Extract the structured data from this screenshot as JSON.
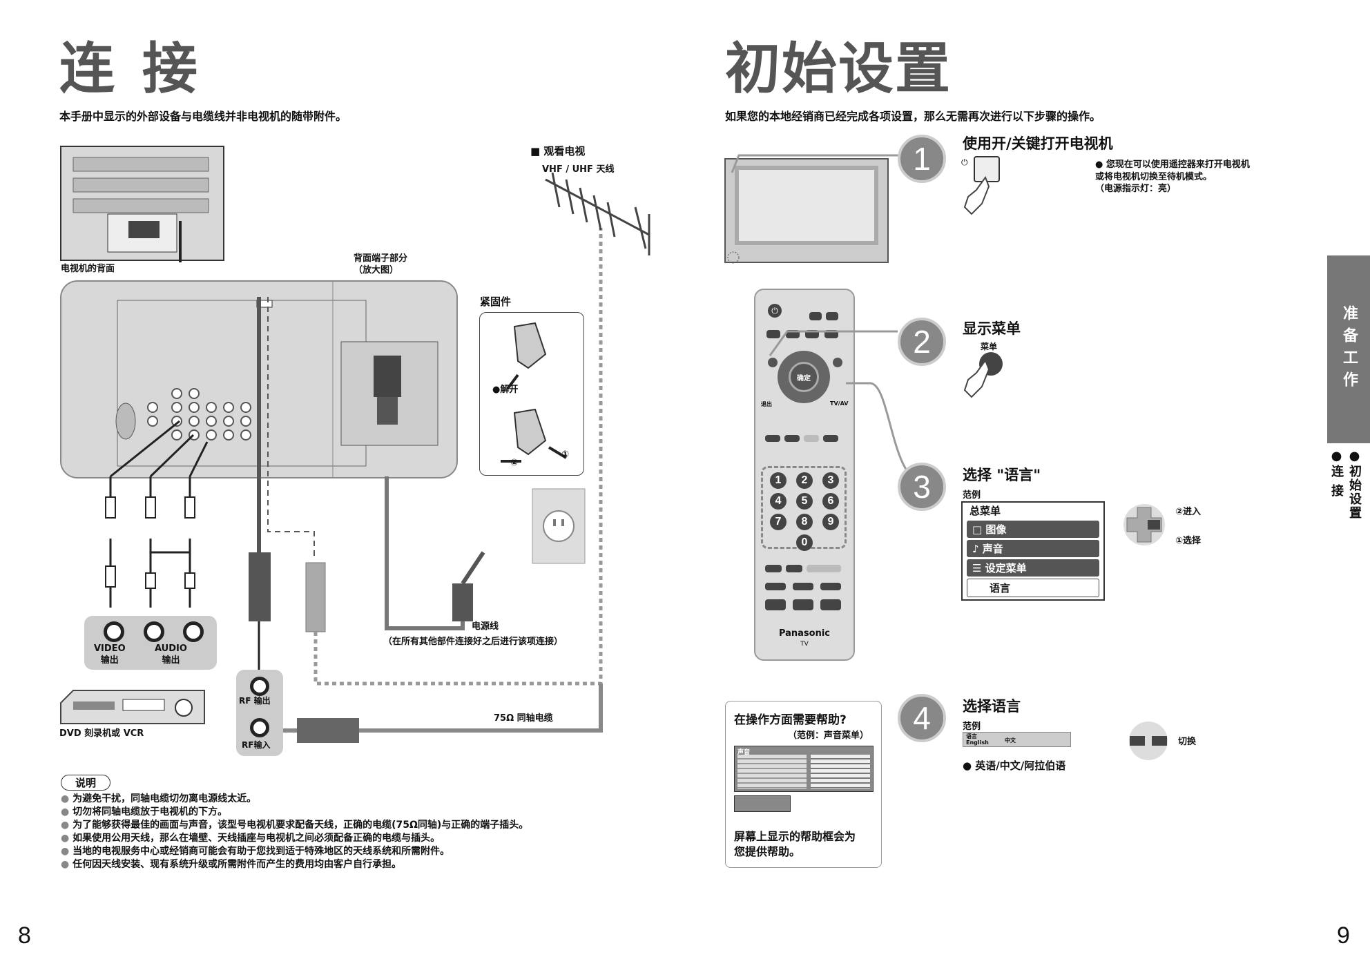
{
  "left": {
    "title": "连 接",
    "intro": "本手册中显示的外部设备与电缆线并非电视机的随带附件。",
    "labels": {
      "tv_back": "电视机的背面",
      "rear_terminal": "背面端子部分\n（放大图）",
      "watch_tv": "■ 观看电视",
      "antenna": "VHF / UHF 天线",
      "fastener": "紧固件",
      "release": "●解开",
      "video_out": "VIDEO\n输出",
      "audio_out": "AUDIO\n输出",
      "rf_out": "RF 输出",
      "rf_in": "RF输入",
      "device": "DVD 刻录机或 VCR",
      "power_cord": "电源线",
      "power_note": "（在所有其他部件连接好之后进行该项连接）",
      "coax": "75Ω 同轴电缆",
      "circled1": "①",
      "circled2": "②"
    },
    "notes_title": "说明",
    "notes": [
      "为避免干扰，同轴电缆切勿离电源线太近。",
      "切勿将同轴电缆放于电视机的下方。",
      "为了能够获得最佳的画面与声音，该型号电视机要求配备天线，正确的电缆(75Ω同轴)与正确的端子插头。",
      "如果使用公用天线，那么在墙壁、天线插座与电视机之间必须配备正确的电缆与插头。",
      "当地的电视服务中心或经销商可能会有助于您找到适于特殊地区的天线系统和所需附件。",
      "任何因天线安装、现有系统升级或所需附件而产生的费用均由客户自行承担。"
    ],
    "page_number": "8"
  },
  "right": {
    "title": "初始设置",
    "intro": "如果您的本地经销商已经完成各项设置，那么无需再次进行以下步骤的操作。",
    "steps": [
      {
        "num": "1",
        "title": "使用开/关键打开电视机",
        "desc": "● 您现在可以使用遥控器来打开电视机\n或将电视机切换至待机模式。\n（电源指示灯：亮）"
      },
      {
        "num": "2",
        "title": "显示菜单",
        "key": "菜单"
      },
      {
        "num": "3",
        "title": "选择 \"语言\"",
        "example": "范例"
      },
      {
        "num": "4",
        "title": "选择语言",
        "example": "范例",
        "options": "● 英语/中文/阿拉伯语"
      }
    ],
    "menu": {
      "header": "总菜单",
      "items": [
        "□ 图像",
        "♪ 声音",
        "☰ 设定菜单",
        "语言"
      ]
    },
    "nav": {
      "enter": "②进入",
      "select": "①选择",
      "switch": "切换"
    },
    "lang_bar": {
      "label": "语言",
      "english": "English",
      "chinese": "中文"
    },
    "remote": {
      "brand": "Panasonic",
      "tv": "TV",
      "ok": "确定",
      "tvav": "TV/AV",
      "back": "退出",
      "numbers": [
        "1",
        "2",
        "3",
        "4",
        "5",
        "6",
        "7",
        "8",
        "9",
        "0"
      ]
    },
    "help": {
      "title": "在操作方面需要帮助?",
      "sub": "（范例：声音菜单）",
      "caption": "屏幕上显示的帮助框会为\n您提供帮助。",
      "screen_title": "声音"
    },
    "sidetab": "准备工作",
    "side_labels": [
      "●初始设置",
      "●连 接"
    ],
    "page_number": "9",
    "power_symbol": "⏻"
  },
  "colors": {
    "title_gray": "#555555",
    "panel_gray": "#d8d8d8",
    "cable_dark": "#555555",
    "cable_light": "#999999"
  }
}
